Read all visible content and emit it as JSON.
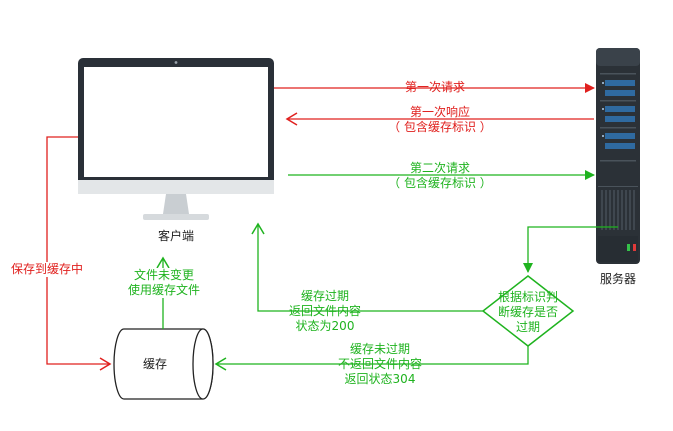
{
  "nodes": {
    "client_label": "客户端",
    "server_label": "服务器",
    "cache_label": "缓存",
    "decision_lines": [
      "根据标识判",
      "断缓存是否",
      "过期"
    ]
  },
  "edges": {
    "first_request": "第一次请求",
    "first_response_lines": [
      "第一次响应",
      "（ 包含缓存标识 ）"
    ],
    "second_request_lines": [
      "第二次请求",
      "（ 包含缓存标识 ）"
    ],
    "save_to_cache": "保存到缓存中",
    "use_cache_lines": [
      "文件未变更",
      "使用缓存文件"
    ],
    "expired_lines": [
      "缓存过期",
      "返回文件内容",
      "状态为200"
    ],
    "not_expired_lines": [
      "缓存未过期",
      "不返回文件内容",
      "返回状态304"
    ]
  },
  "colors": {
    "red": "#e0201e",
    "green": "#1fb31f",
    "monitor_frame": "#2a3038",
    "monitor_stand": "#d6dadd",
    "server_body": "#2b3137",
    "server_slot": "#2f6aa0"
  }
}
